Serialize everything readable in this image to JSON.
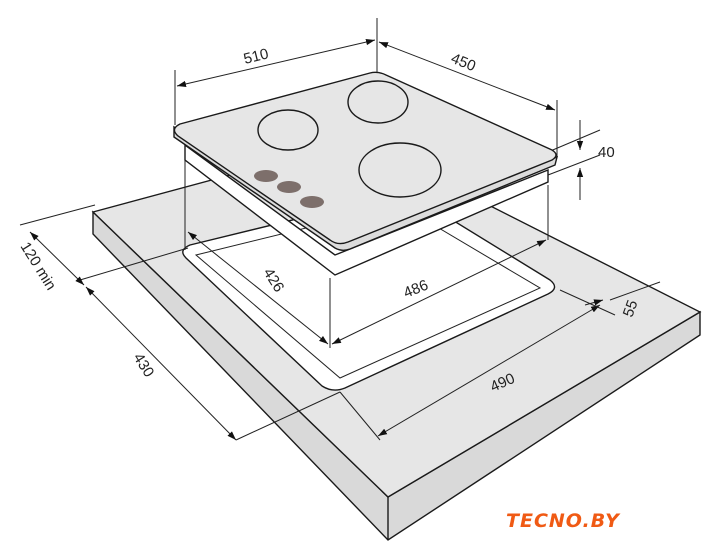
{
  "title": "Hob installation dimensions",
  "dimensions": {
    "hob_width": "510",
    "hob_depth": "450",
    "hob_height": "40",
    "cutout_depth": "426",
    "cutout_width": "486",
    "cutout_back_margin": "55",
    "counter_width": "490",
    "counter_depth": "430",
    "front_margin": "120 min"
  },
  "colors": {
    "surface": "#e6e6e6",
    "knob": "#7d6f6b",
    "logo": "#f05a14"
  },
  "logo": "TECNO.BY"
}
